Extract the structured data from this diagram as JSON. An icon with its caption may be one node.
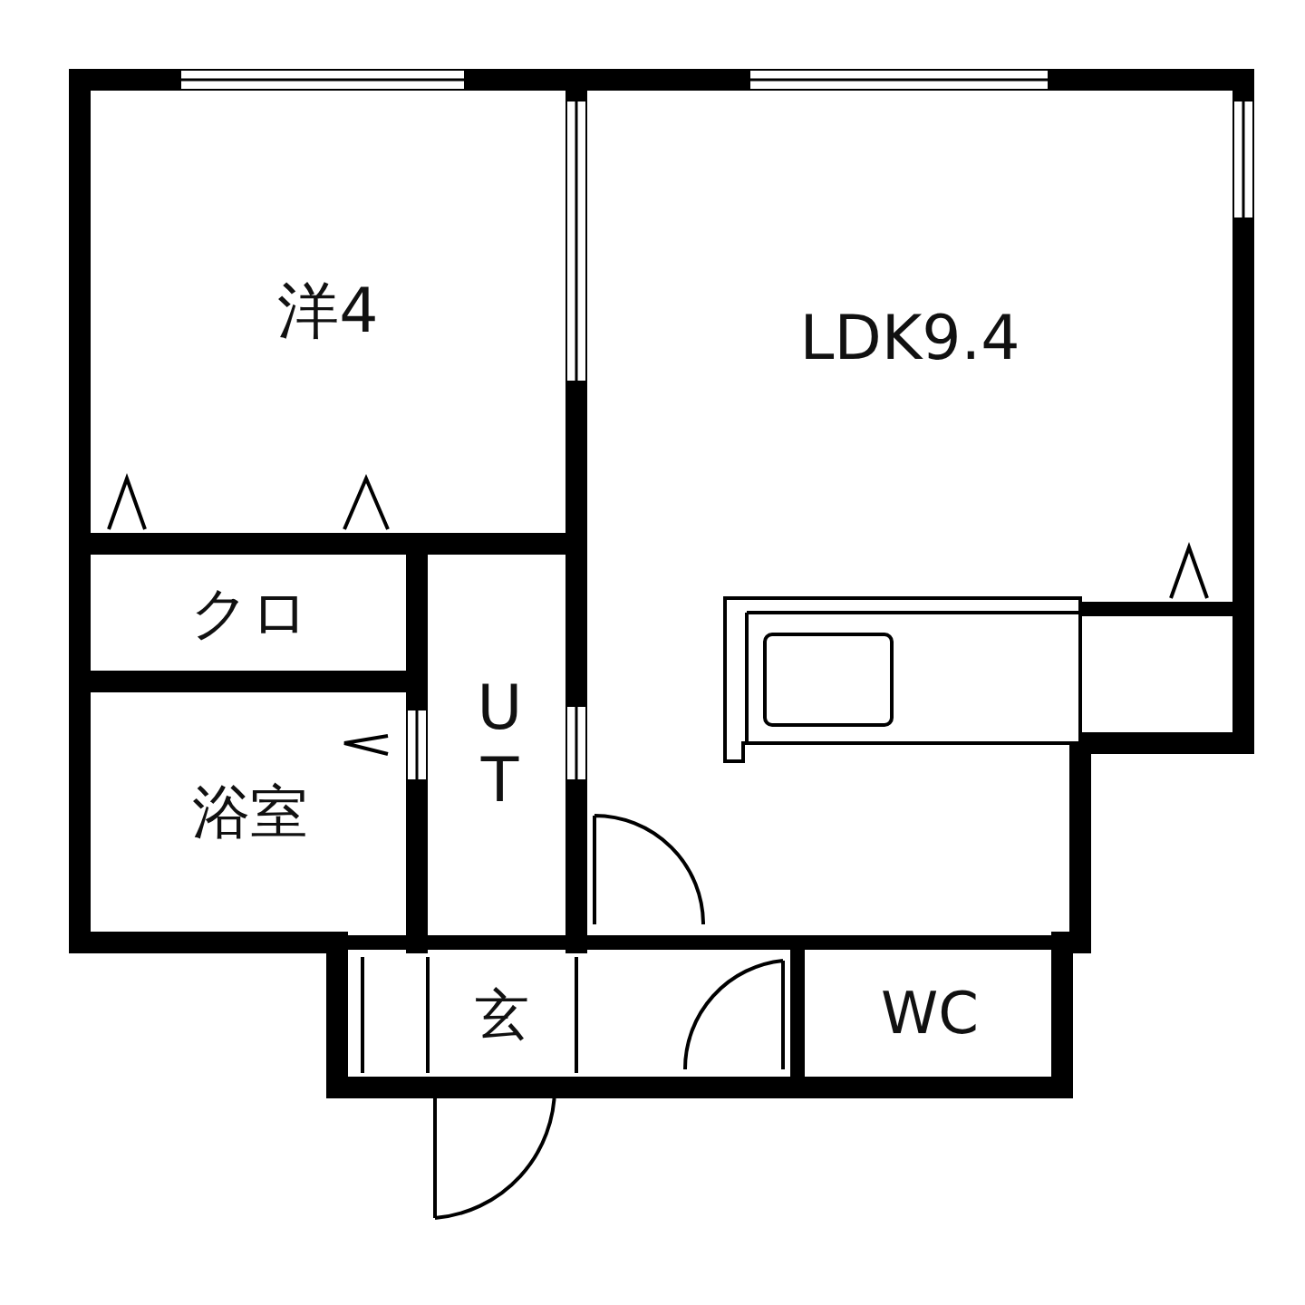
{
  "diagram": {
    "nodes": [
      {
        "text": [
          "洋4"
        ]
      },
      {
        "text": [
          "LDK9.4"
        ]
      },
      {
        "text": [
          "クロ"
        ]
      },
      {
        "text": [
          "浴室"
        ]
      },
      {
        "text": [
          "UT"
        ]
      },
      {
        "text": [
          "玄"
        ]
      },
      {
        "text": [
          "WC"
        ]
      }
    ]
  }
}
